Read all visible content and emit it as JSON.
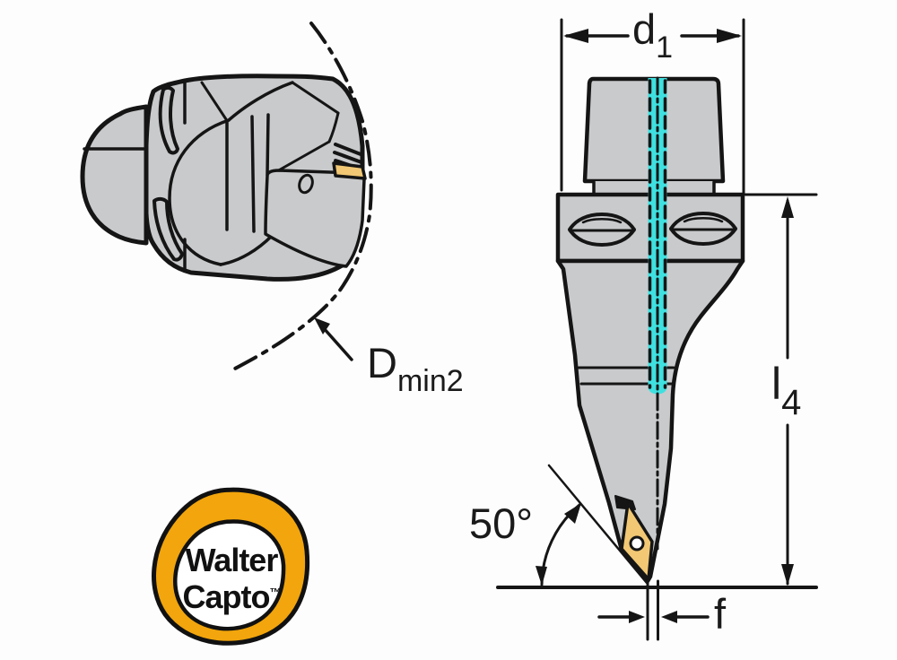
{
  "title": "Walter Capto tool adapter technical drawing",
  "labels": {
    "d1": {
      "base": "d",
      "sub": "1"
    },
    "dmin2": {
      "base": "D",
      "sub": "min2"
    },
    "l4": {
      "base": "l",
      "sub": "4"
    },
    "angle": "50°",
    "f": "f"
  },
  "logo": {
    "line1": "Walter",
    "line2": "Capto",
    "trademark": "™"
  },
  "colors": {
    "background": "#fdfdfd",
    "outline": "#151515",
    "body_gray": "#c9cacc",
    "insert_gold": "#f2c874",
    "coolant_cyan": "#3fe0e0",
    "logo_orange": "#f2a50c",
    "label_text": "#1a1a1a"
  }
}
